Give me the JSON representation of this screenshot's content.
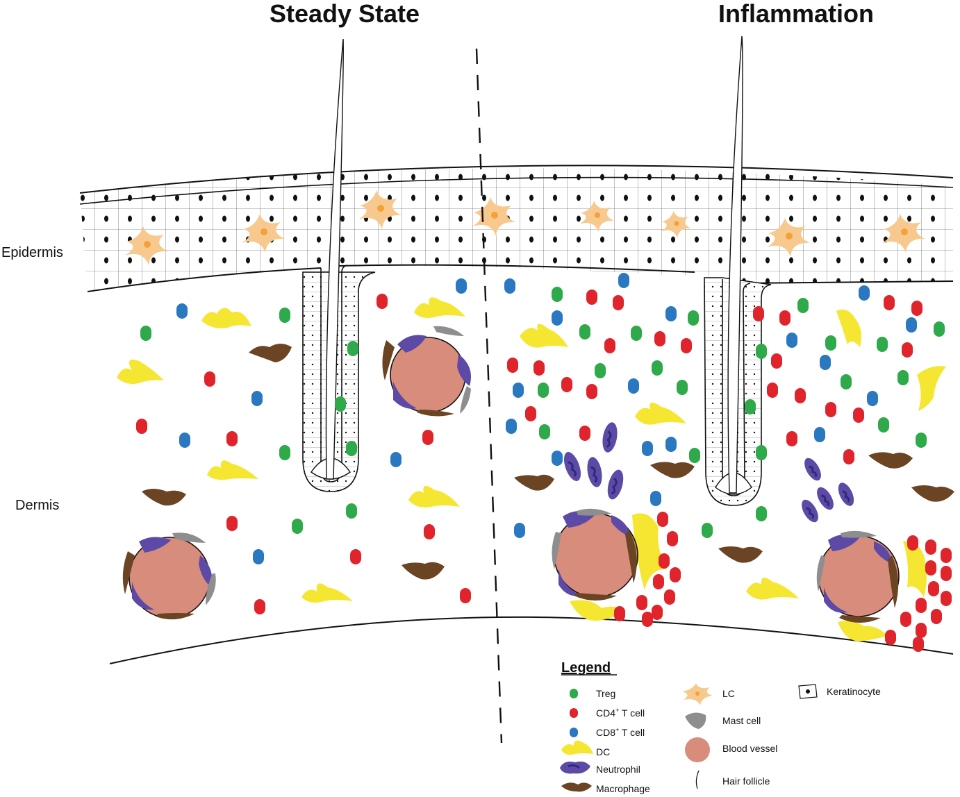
{
  "titles": {
    "left": "Steady State",
    "right": "Inflammation"
  },
  "regions": {
    "epidermis": "Epidermis",
    "dermis": "Dermis"
  },
  "legend": {
    "title": "Legend",
    "items": {
      "treg": "Treg",
      "cd4_prefix": "CD4",
      "cd4_sup": "+",
      "cd4_suffix": " T cell",
      "cd8_prefix": "CD8",
      "cd8_sup": "+",
      "cd8_suffix": " T cell",
      "dc": "DC",
      "neutrophil": "Neutrophil",
      "macrophage": "Macrophage",
      "lc": "LC",
      "mast_cell": "Mast cell",
      "blood_vessel": "Blood vessel",
      "hair_follicle": "Hair follicle",
      "keratinocyte": "Keratinocyte"
    }
  },
  "colors": {
    "treg": "#2eaa4a",
    "cd4": "#e0242c",
    "cd8": "#2a78c0",
    "dc": "#f5e632",
    "neutrophil": "#5c4aa6",
    "neutrophil_nucleus": "#2e2a7a",
    "macrophage": "#6b4423",
    "lc": "#f8c98e",
    "lc_nucleus": "#f3a23a",
    "mast_cell": "#8e8e8e",
    "blood_vessel": "#d88c7c",
    "line": "#111111"
  }
}
